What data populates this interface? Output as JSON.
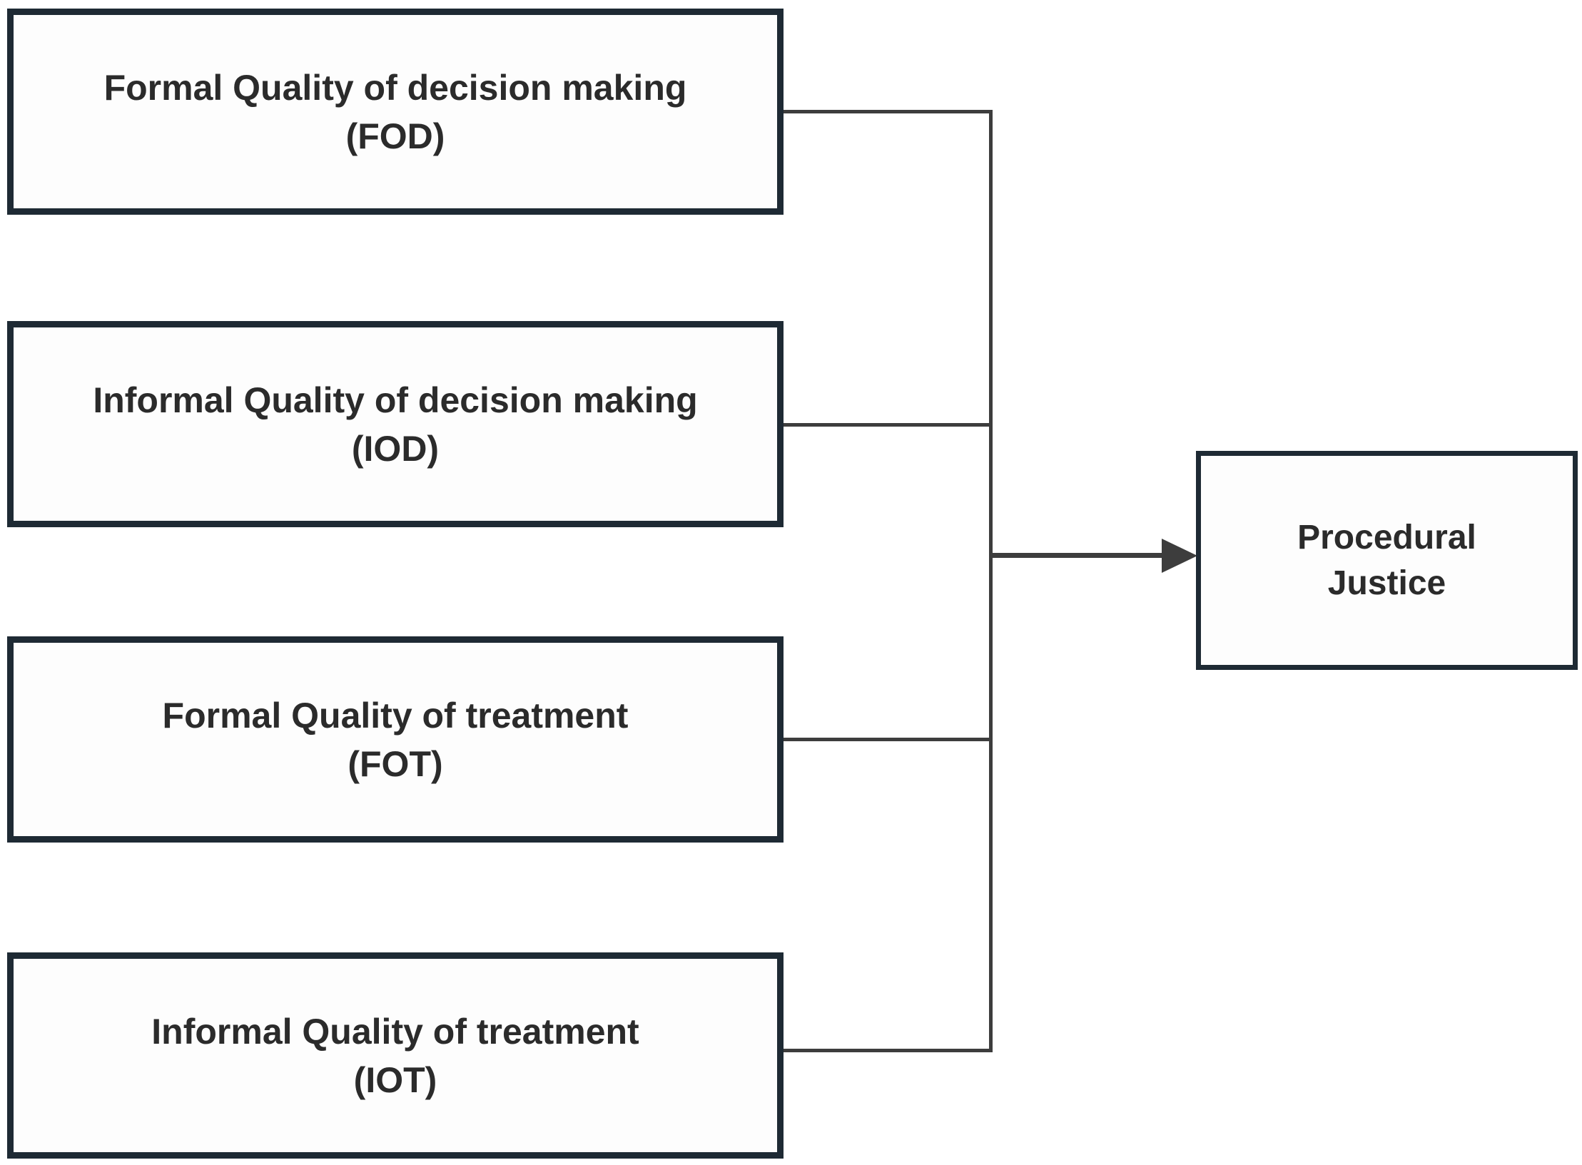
{
  "diagram": {
    "background_color": "#ffffff",
    "box_border_color": "#1e2a34",
    "box_fill_color": "#fdfdfd",
    "connector_color": "#3d3d3d",
    "text_color": "#2b2b2b",
    "factors": [
      {
        "id": "fod",
        "title": "Formal Quality of decision making",
        "abbr": "(FOD)"
      },
      {
        "id": "iod",
        "title": "Informal Quality of decision making",
        "abbr": "(IOD)"
      },
      {
        "id": "fot",
        "title": "Formal Quality of treatment",
        "abbr": "(FOT)"
      },
      {
        "id": "iot",
        "title": "Informal Quality of treatment",
        "abbr": "(IOT)"
      }
    ],
    "outcome": {
      "id": "procedural-justice",
      "line1": "Procedural",
      "line2": "Justice"
    }
  }
}
